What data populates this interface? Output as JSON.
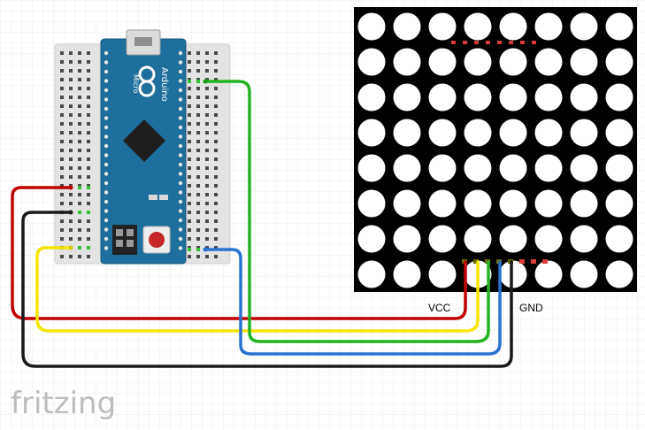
{
  "labels": {
    "vcc": "VCC",
    "gnd": "GND"
  },
  "brand": {
    "logo": "fritzing"
  },
  "board": {
    "name": "Arduino",
    "model": "Micro"
  },
  "matrix": {
    "rows": 8,
    "cols": 8
  },
  "colors": {
    "background": "#ffffff",
    "grid": "#e9e9e9",
    "breadboard": "#e4e4e4",
    "board": "#1d6f9c",
    "matrix": "#000000",
    "led": "#ffffff",
    "wire_vcc": "#c00000",
    "wire_gnd": "#1a1a1a",
    "wire_yellow": "#f3e600",
    "wire_green": "#24b324",
    "wire_blue": "#2a72d0"
  }
}
